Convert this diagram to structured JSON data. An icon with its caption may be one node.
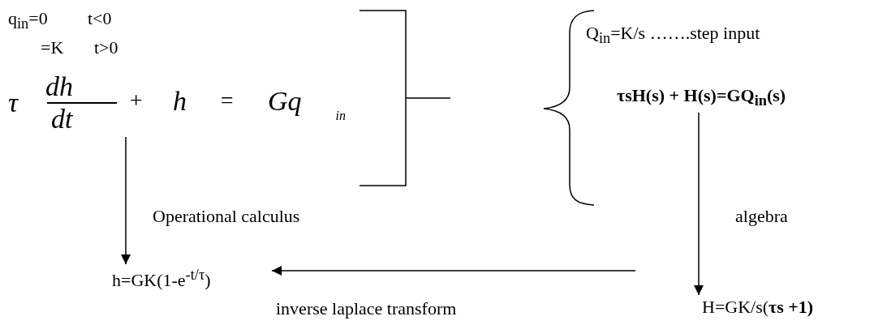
{
  "diagram": {
    "nodes": [
      {
        "text": [
          "τ",
          "dh",
          "dt",
          "+",
          "h",
          "=",
          "Gq$_{in}$"
        ]
      },
      {
        "text": [
          "τsH(s) + H(s)=GQ$_{in}$(s)"
        ]
      },
      {
        "text": [
          "h=GK(1-e$^{-t/τ}$)"
        ]
      },
      {
        "text": [
          "H=GK/s(**τs +1)**"
        ]
      }
    ],
    "edges": [
      {
        "from": 0,
        "to": 2,
        "arrow": "to",
        "label": "Operational calculus"
      },
      {
        "from": 1,
        "to": 3,
        "arrow": "to",
        "label": "algebra"
      },
      {
        "from": null,
        "to": 2,
        "arrow": "to",
        "label": "inverse laplace transform"
      }
    ],
    "labels": [
      "q$_{in}$=0",
      "t<0",
      "=K",
      "t>0",
      "Q$_{in}$=K/s …….step input"
    ]
  }
}
